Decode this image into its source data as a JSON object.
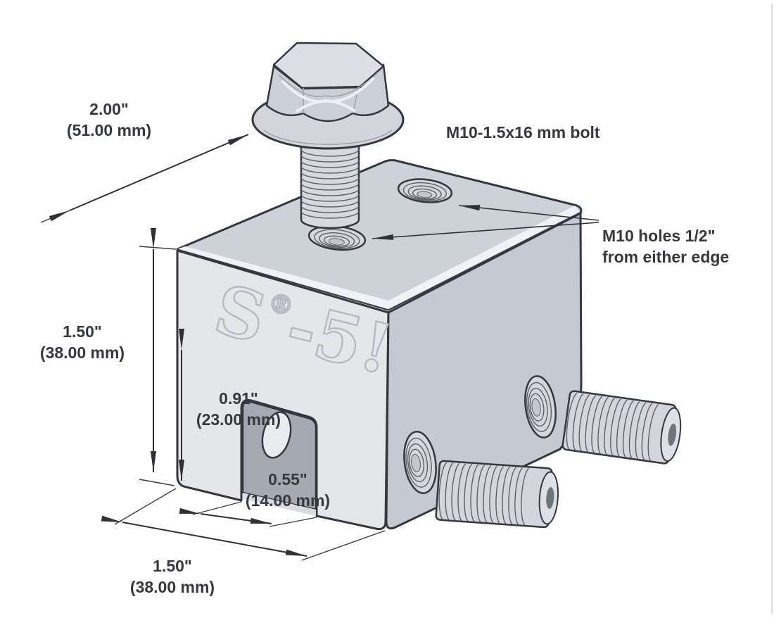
{
  "labels": {
    "top_width": {
      "inches": "2.00\"",
      "mm": "(51.00 mm)"
    },
    "bolt_spec": "M10-1.5x16 mm bolt",
    "m10_holes": {
      "line1": "M10 holes 1/2\"",
      "line2": "from either edge"
    },
    "height": {
      "inches": "1.50\"",
      "mm": "(38.00 mm)"
    },
    "slot_height": {
      "inches": "0.91\"",
      "mm": "(23.00 mm)"
    },
    "slot_width": {
      "inches": "0.55\"",
      "mm": "(14.00 mm)"
    },
    "base_width": {
      "inches": "1.50\"",
      "mm": "(38.00 mm)"
    },
    "logo": {
      "s": "S",
      "registered": "®",
      "suffix": "-5!"
    }
  },
  "colors": {
    "outline": "#34383e",
    "construction_line": "#3c4046",
    "face_front": "#e4e6ea",
    "face_top": "#cdd1d8",
    "face_right": "#c5c9d1",
    "bevel_highlight": "#f0f2f5",
    "slot_inner": "#a4a9b2",
    "metal": "#d3d6dc",
    "text": "#35383d",
    "frame_edge": "#dcdddf"
  }
}
